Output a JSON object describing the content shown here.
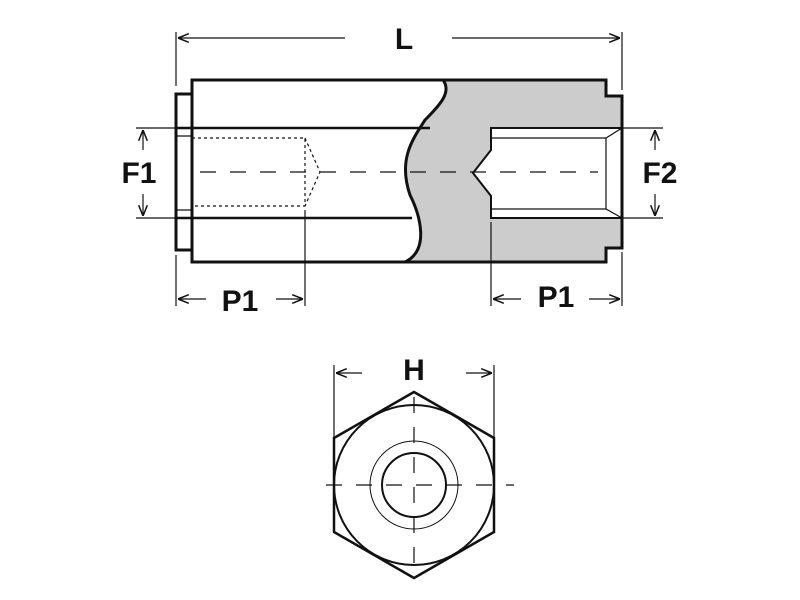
{
  "labels": {
    "length": "L",
    "thread_left": "F1",
    "thread_right": "F2",
    "depth_left": "P1",
    "depth_right": "P1",
    "hex_width": "H"
  },
  "colors": {
    "line": "#111111",
    "section_fill": "#cccccc",
    "background": "#ffffff"
  }
}
